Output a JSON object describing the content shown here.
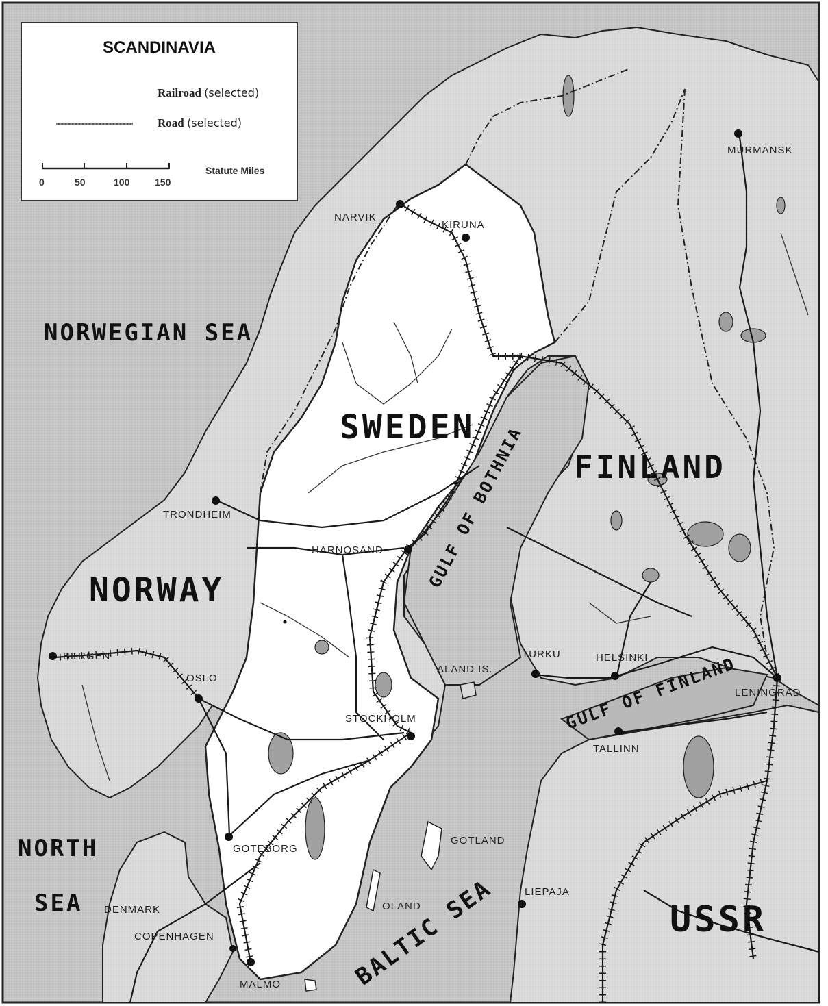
{
  "legend": {
    "title": "SCANDINAVIA",
    "railroad_label": "Railroad",
    "railroad_note": "(selected)",
    "road_label": "Road",
    "road_note": "(selected)",
    "scale_ticks": [
      "0",
      "50",
      "100",
      "150"
    ],
    "scale_unit": "Statute Miles"
  },
  "seas": {
    "norwegian": "NORWEGIAN SEA",
    "north_1": "NORTH",
    "north_2": "SEA",
    "baltic": "BALTIC SEA",
    "bothnia": "GULF OF BOTHNIA",
    "finland_gulf": "GULF OF FINLAND"
  },
  "countries": {
    "sweden": "SWEDEN",
    "finland": "FINLAND",
    "norway": "NORWAY",
    "ussr": "USSR",
    "denmark": "DENMARK"
  },
  "cities": {
    "murmansk": "MURMANSK",
    "narvik": "NARVIK",
    "kiruna": "KIRUNA",
    "trondheim": "TRONDHEIM",
    "harnosand": "HARNOSAND",
    "bergen": "BERGEN",
    "oslo": "OSLO",
    "stockholm": "STOCKHOLM",
    "turku": "TURKU",
    "helsinki": "HELSINKI",
    "leningrad": "LENINGRAD",
    "tallinn": "TALLINN",
    "aland": "ALAND IS.",
    "goteborg": "GOTEBORG",
    "gotland": "GOTLAND",
    "oland": "OLAND",
    "liepaja": "LIEPAJA",
    "copenhagen": "COPENHAGEN",
    "malmo": "MALMO"
  },
  "colors": {
    "sea": "#c9c9c9",
    "land_other": "#dcdcdc",
    "sweden": "#ffffff",
    "lakes": "#a8a8a8",
    "lines": "#1a1a1a"
  }
}
